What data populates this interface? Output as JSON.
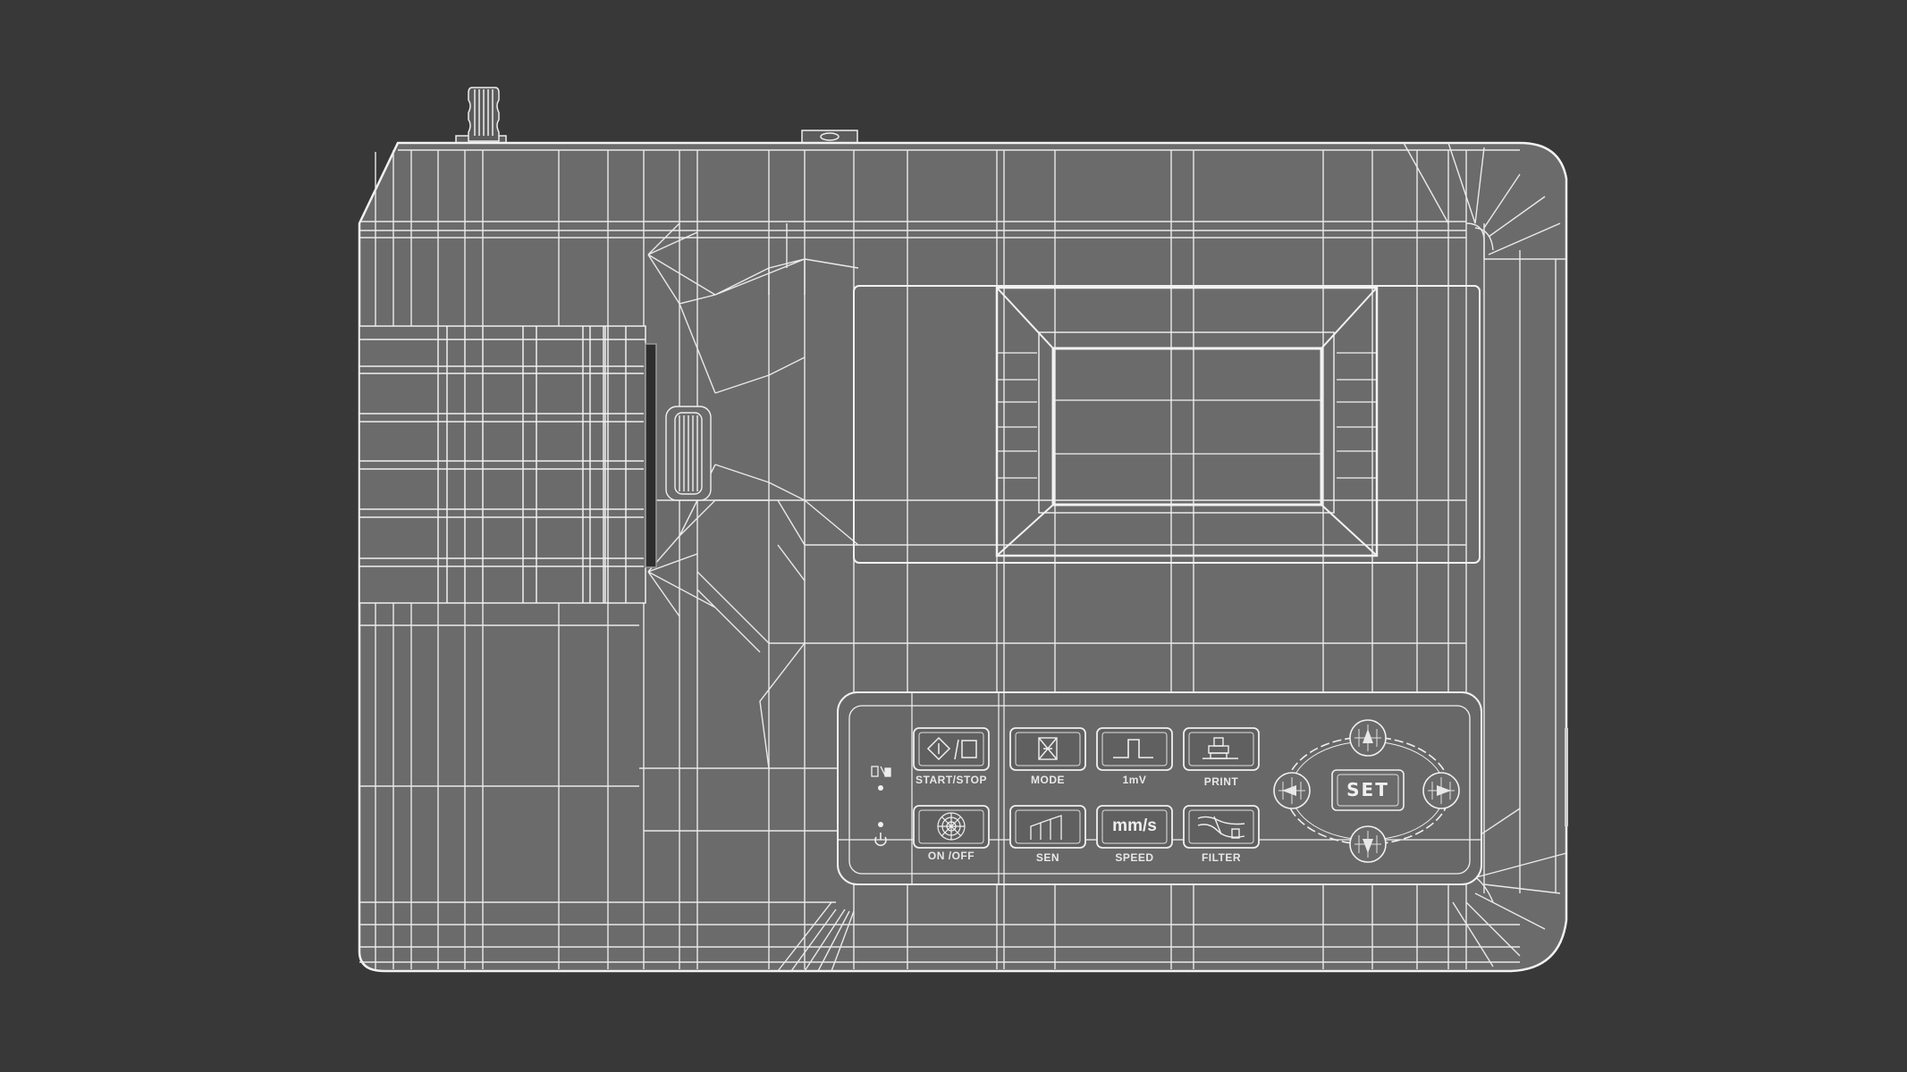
{
  "scene": {
    "subject": "ECG machine 3D wireframe render, front view",
    "background_color": "#383838",
    "body_color": "#6b6b6b",
    "wire_color": "#f0f0f0"
  },
  "control_panel": {
    "indicators": [
      {
        "icon": "battery-lock-icon"
      },
      {
        "icon": "power-icon"
      }
    ],
    "buttons": [
      {
        "id": "start-stop",
        "label": "START/STOP",
        "icon": "start-stop-icon"
      },
      {
        "id": "mode",
        "label": "MODE",
        "icon": "mode-icon"
      },
      {
        "id": "1mv",
        "label": "1mV",
        "icon": "calibration-pulse-icon"
      },
      {
        "id": "print",
        "label": "PRINT",
        "icon": "printer-icon"
      },
      {
        "id": "on-off",
        "label": "ON /OFF",
        "icon": "power-grid-icon"
      },
      {
        "id": "sen",
        "label": "SEN",
        "icon": "sensitivity-bars-icon"
      },
      {
        "id": "speed",
        "label": "SPEED",
        "icon_text": "mm/s"
      },
      {
        "id": "filter",
        "label": "FILTER",
        "icon": "filter-wave-icon"
      }
    ],
    "dpad": {
      "center_label": "SET",
      "directions": [
        "up",
        "down",
        "left",
        "right"
      ]
    }
  }
}
